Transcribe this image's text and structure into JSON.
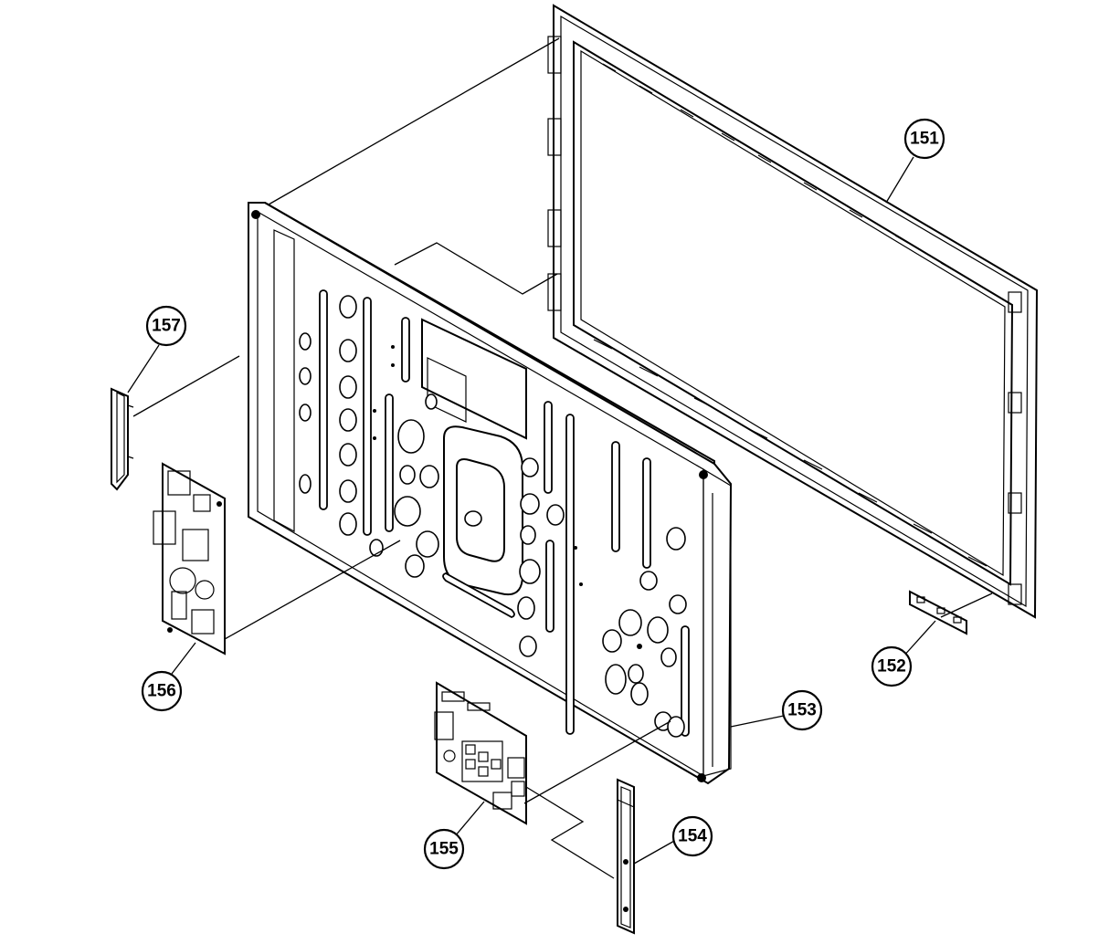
{
  "callouts": [
    {
      "id": "151",
      "label": "151"
    },
    {
      "id": "152",
      "label": "152"
    },
    {
      "id": "153",
      "label": "153"
    },
    {
      "id": "154",
      "label": "154"
    },
    {
      "id": "155",
      "label": "155"
    },
    {
      "id": "156",
      "label": "156"
    },
    {
      "id": "157",
      "label": "157"
    }
  ]
}
